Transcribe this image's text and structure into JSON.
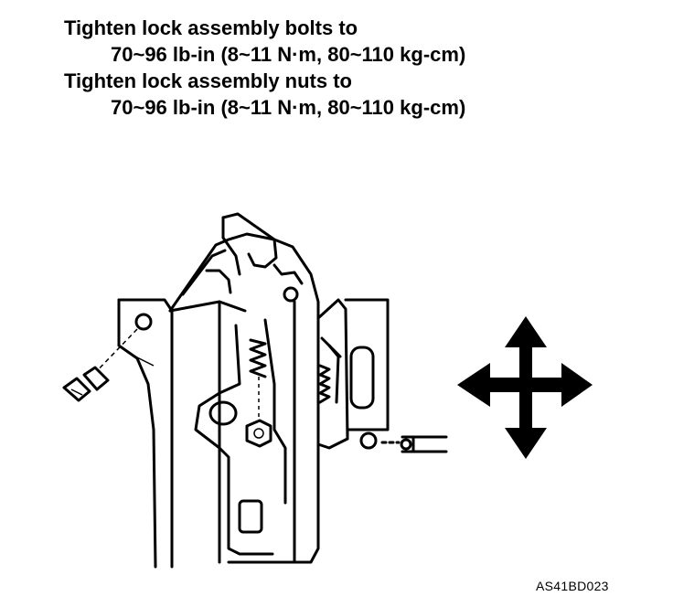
{
  "instructions": {
    "bolts_line1": "Tighten lock assembly bolts to",
    "bolts_line2": "70~96 lb-in (8~11 N·m, 80~110 kg-cm)",
    "nuts_line1": "Tighten lock assembly nuts to",
    "nuts_line2": "70~96 lb-in (8~11 N·m, 80~110 kg-cm)"
  },
  "figure_id": "AS41BD023",
  "icons": {
    "adjust_direction": "four-way-arrow-icon",
    "bolt": "bolt-icon",
    "nut": "nut-icon"
  },
  "colors": {
    "ink": "#000000",
    "paper": "#ffffff"
  }
}
